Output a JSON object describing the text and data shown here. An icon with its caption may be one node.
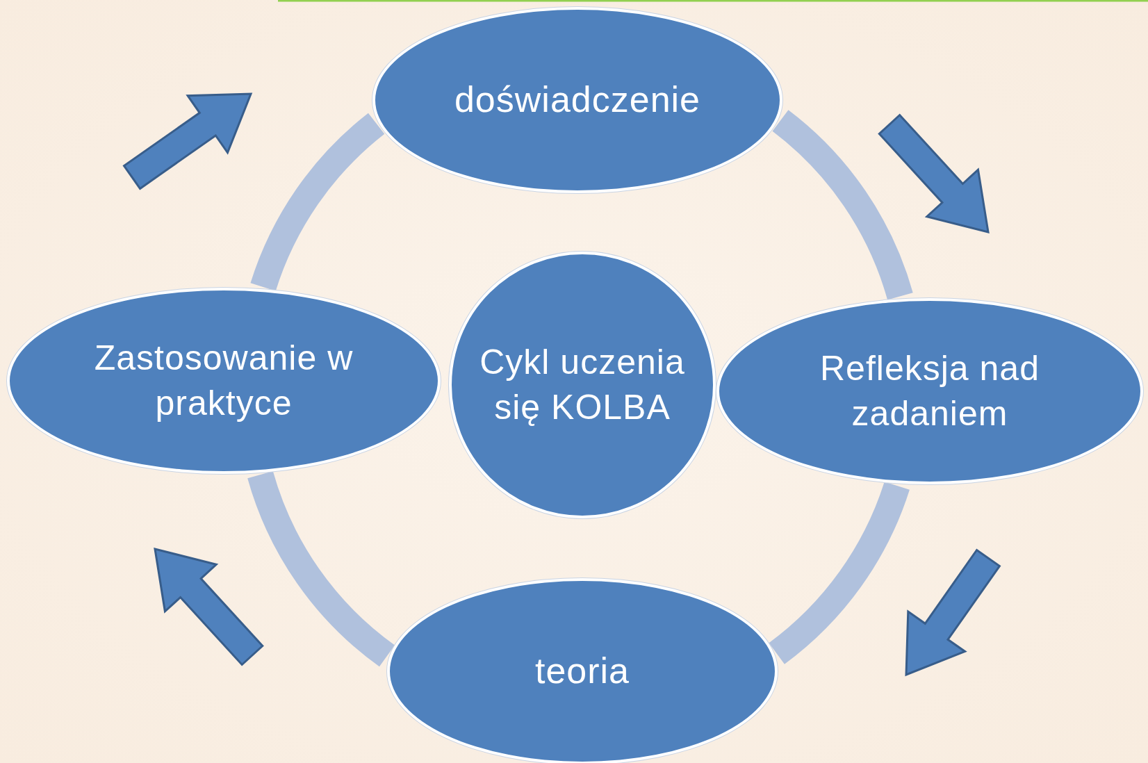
{
  "diagram": {
    "nodes": [
      {
        "text": [
          "doświadczenie"
        ]
      },
      {
        "text": [
          "Zastosowanie w praktyce"
        ]
      },
      {
        "text": [
          "Cykl uczenia się KOLBA"
        ]
      },
      {
        "text": [
          "Refleksja nad zadaniem"
        ]
      },
      {
        "text": [
          "teoria"
        ]
      }
    ],
    "edges": [
      {
        "from": 0,
        "to": 3,
        "arrow": "none"
      },
      {
        "from": 3,
        "to": 4,
        "arrow": "none"
      },
      {
        "from": 4,
        "to": 1,
        "arrow": "none"
      },
      {
        "from": 1,
        "to": 0,
        "arrow": "none"
      }
    ]
  }
}
